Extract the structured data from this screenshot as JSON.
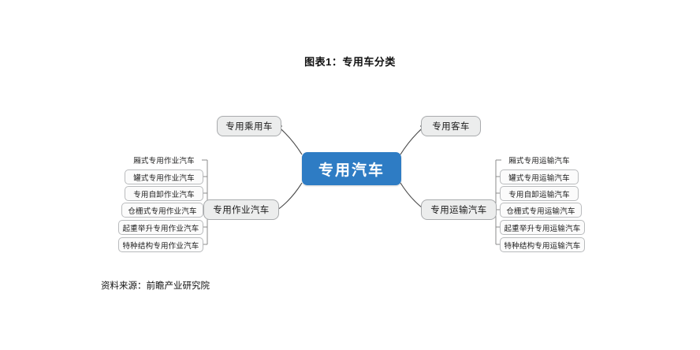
{
  "figure": {
    "title": "图表1：专用车分类",
    "source": "资料来源：前瞻产业研究院"
  },
  "diagram": {
    "type": "mind-map",
    "root": {
      "label": "专用汽车",
      "color": "#2e7cc4",
      "text_color": "#ffffff"
    },
    "branches": [
      {
        "id": "passenger",
        "label": "专用乘用车",
        "position": "top-left",
        "leaves": []
      },
      {
        "id": "bus",
        "label": "专用客车",
        "position": "top-right",
        "leaves": []
      },
      {
        "id": "operation",
        "label": "专用作业汽车",
        "position": "bottom-left",
        "leaves": [
          "厢式专用作业汽车",
          "罐式专用作业汽车",
          "专用自卸作业汽车",
          "仓栅式专用作业汽车",
          "起重举升专用作业汽车",
          "特种结构专用作业汽车"
        ]
      },
      {
        "id": "transport",
        "label": "专用运输汽车",
        "position": "bottom-right",
        "leaves": [
          "厢式专用运输汽车",
          "罐式专用运输汽车",
          "专用自卸运输汽车",
          "仓栅式专用运输汽车",
          "起重举升专用运输汽车",
          "特种结构专用运输汽车"
        ]
      }
    ],
    "style": {
      "branch_fill": "#eceded",
      "branch_border": "#a9abad",
      "leaf_fill": "#fbfbfb",
      "leaf_border": "#b9bbbd",
      "connector": "#4a4a4a",
      "background": "#ffffff"
    }
  }
}
